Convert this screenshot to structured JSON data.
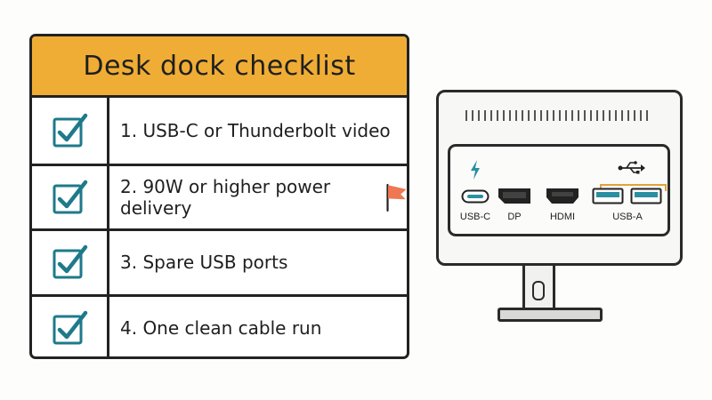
{
  "checklist": {
    "title": "Desk dock checklist",
    "items": [
      {
        "label": "1. USB-C or Thunderbolt video",
        "checked": true
      },
      {
        "label": "2. 90W or higher power delivery",
        "checked": true,
        "flag": "orange-flag-icon"
      },
      {
        "label": "3. Spare USB ports",
        "checked": true
      },
      {
        "label": "4. One clean cable run",
        "checked": true
      }
    ]
  },
  "monitor": {
    "ports": [
      {
        "label": "USB-C",
        "icon": "thunderbolt-icon"
      },
      {
        "label": "DP"
      },
      {
        "label": "HDMI"
      },
      {
        "label": "USB-A",
        "icon": "usb-icon",
        "count": 2
      }
    ]
  },
  "colors": {
    "header": "#f0ad35",
    "check": "#1e7a8a",
    "port_teal": "#2a8fa0",
    "flag": "#ef7752",
    "bracket": "#e0a23a"
  }
}
